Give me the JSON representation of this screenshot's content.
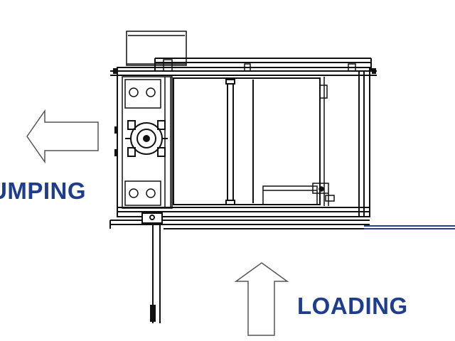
{
  "labels": {
    "dumping": "UMPING",
    "loading": "LOADING"
  },
  "colors": {
    "label_text": "#1f3d8f",
    "line": "#111111",
    "blue_line": "#2a3f9a",
    "arrow_outline": "#555555"
  },
  "icons": {
    "left_arrow": "arrow-left-outline",
    "up_arrow": "arrow-up-outline"
  }
}
